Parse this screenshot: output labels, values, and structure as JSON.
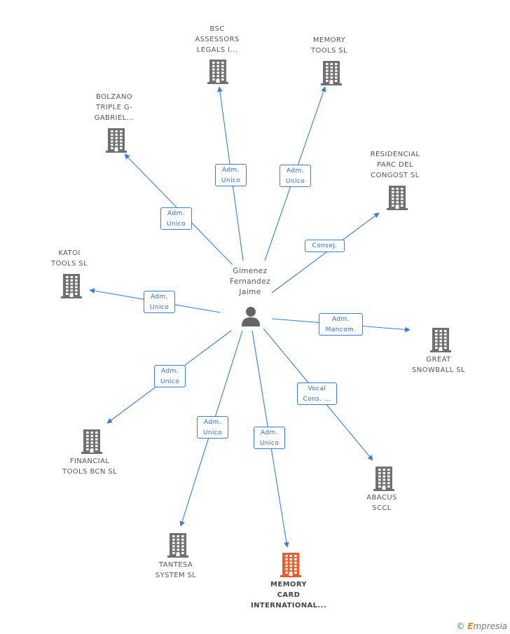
{
  "center": {
    "name": "Gimenez\nFernandez\nJaime",
    "icon": "person-icon"
  },
  "nodes": [
    {
      "id": "bsc",
      "label": "BSC\nASSESSORS\nLEGALS I...",
      "icon": "building-icon",
      "highlight": false
    },
    {
      "id": "memory-tools",
      "label": "MEMORY\nTOOLS SL",
      "icon": "building-icon",
      "highlight": false
    },
    {
      "id": "bolzano",
      "label": "BOLZANO\nTRIPLE G-\nGABRIEL...",
      "icon": "building-icon",
      "highlight": false
    },
    {
      "id": "residencial",
      "label": "RESIDENCIAL\nPARC DEL\nCONGOST SL",
      "icon": "building-icon",
      "highlight": false
    },
    {
      "id": "katoi",
      "label": "KATOI\nTOOLS SL",
      "icon": "building-icon",
      "highlight": false
    },
    {
      "id": "great-snowball",
      "label": "GREAT\nSNOWBALL SL",
      "icon": "building-icon",
      "highlight": false
    },
    {
      "id": "financial-tools",
      "label": "FINANCIAL\nTOOLS BCN SL",
      "icon": "building-icon",
      "highlight": false
    },
    {
      "id": "abacus",
      "label": "ABACUS\nSCCL",
      "icon": "building-icon",
      "highlight": false
    },
    {
      "id": "tantesa",
      "label": "TANTESA\nSYSTEM SL",
      "icon": "building-icon",
      "highlight": false
    },
    {
      "id": "memory-card",
      "label": "MEMORY\nCARD\nINTERNATIONAL...",
      "icon": "building-icon",
      "highlight": true
    }
  ],
  "edges": [
    {
      "to": "bsc",
      "label": "Adm.\nUnico"
    },
    {
      "to": "memory-tools",
      "label": "Adm.\nUnico"
    },
    {
      "to": "bolzano",
      "label": "Adm.\nUnico"
    },
    {
      "to": "residencial",
      "label": "Consej."
    },
    {
      "to": "katoi",
      "label": "Adm.\nUnico"
    },
    {
      "to": "great-snowball",
      "label": "Adm.\nMancom."
    },
    {
      "to": "financial-tools",
      "label": "Adm.\nUnico"
    },
    {
      "to": "abacus",
      "label": "Vocal\nCons. ..."
    },
    {
      "to": "tantesa",
      "label": "Adm.\nUnico"
    },
    {
      "to": "memory-card",
      "label": "Adm.\nUnico"
    }
  ],
  "colors": {
    "edge": "#3b7ddd",
    "building": "#707070",
    "building_highlight": "#f05a28",
    "person": "#666666"
  },
  "footer": {
    "copyright_symbol": "©",
    "brand_first": "E",
    "brand_rest": "mpresia"
  }
}
